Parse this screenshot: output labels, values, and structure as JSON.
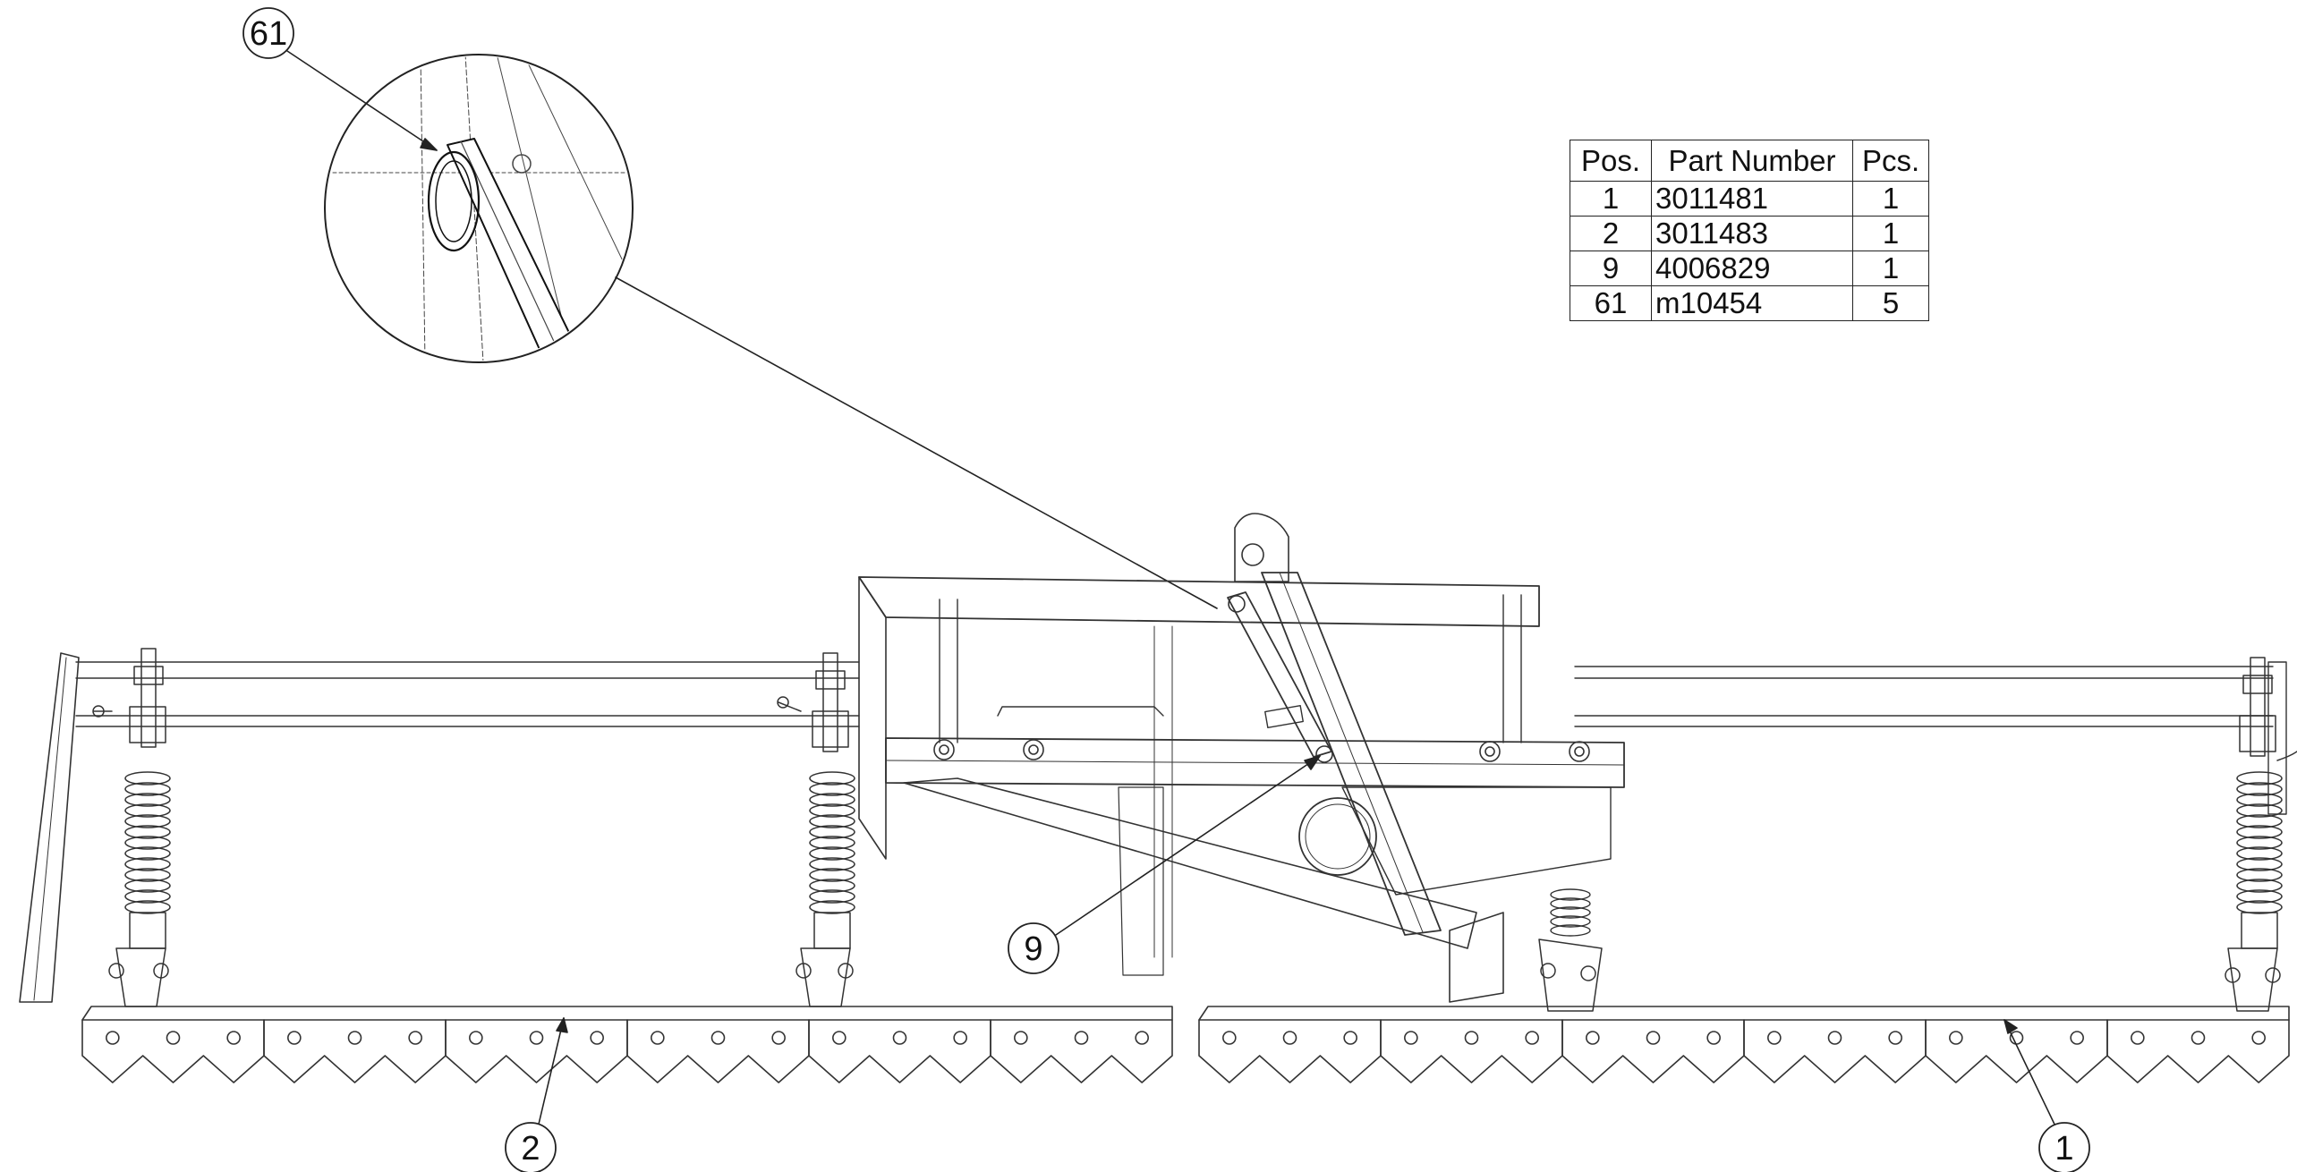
{
  "parts_table": {
    "headers": {
      "pos": "Pos.",
      "part_number": "Part Number",
      "pcs": "Pcs."
    },
    "rows": [
      {
        "pos": "1",
        "part_number": "3011481",
        "pcs": "1"
      },
      {
        "pos": "2",
        "part_number": "3011483",
        "pcs": "1"
      },
      {
        "pos": "9",
        "part_number": "4006829",
        "pcs": "1"
      },
      {
        "pos": "61",
        "part_number": "m10454",
        "pcs": "5"
      }
    ]
  },
  "callouts": {
    "c61": "61",
    "c9": "9",
    "c2": "2",
    "c1": "1"
  }
}
